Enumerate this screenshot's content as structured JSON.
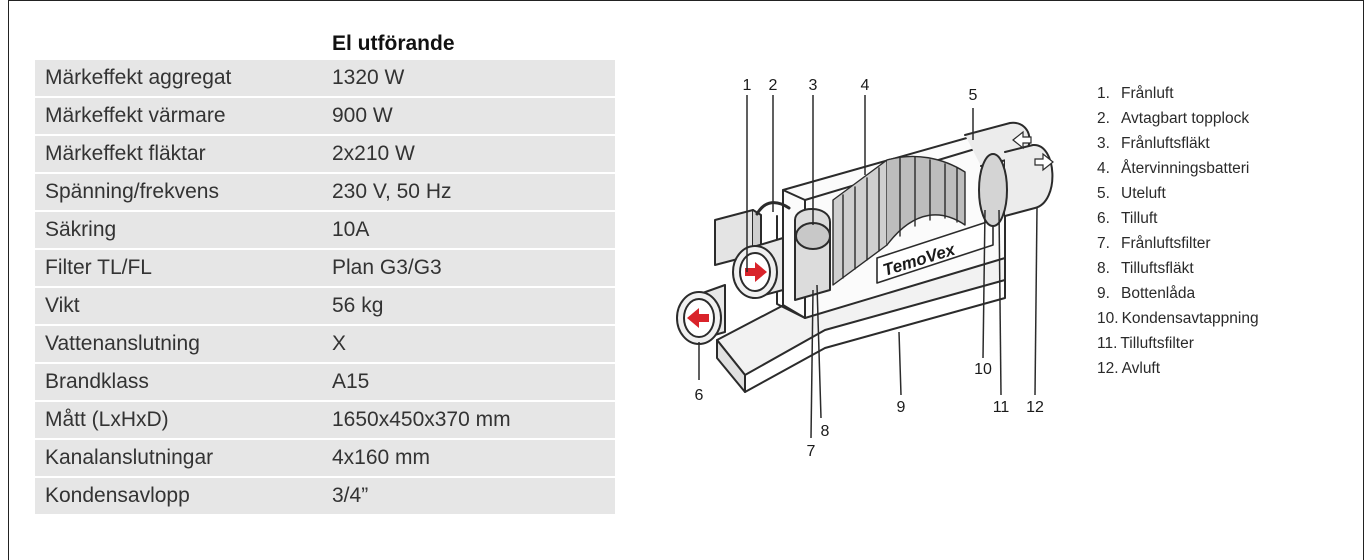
{
  "spec": {
    "header": "El utförande",
    "rows": [
      {
        "label": "Märkeffekt aggregat",
        "value": "1320 W"
      },
      {
        "label": "Märkeffekt värmare",
        "value": "900 W"
      },
      {
        "label": "Märkeffekt fläktar",
        "value": "2x210 W"
      },
      {
        "label": "Spänning/frekvens",
        "value": "230 V, 50 Hz"
      },
      {
        "label": "Säkring",
        "value": "10A"
      },
      {
        "label": "Filter TL/FL",
        "value": "Plan G3/G3"
      },
      {
        "label": "Vikt",
        "value": "56 kg"
      },
      {
        "label": "Vattenanslutning",
        "value": "X"
      },
      {
        "label": "Brandklass",
        "value": "A15"
      },
      {
        "label": "Mått (LxHxD)",
        "value": "1650x450x370 mm"
      },
      {
        "label": "Kanalanslutningar",
        "value": "4x160 mm"
      },
      {
        "label": "Kondensavlopp",
        "value": "3/4”"
      }
    ]
  },
  "diagram": {
    "brand": "TemoVex",
    "callouts": [
      "1",
      "2",
      "3",
      "4",
      "5",
      "6",
      "7",
      "8",
      "9",
      "10",
      "11",
      "12"
    ]
  },
  "legend": [
    {
      "num": "1.",
      "text": "Frånluft"
    },
    {
      "num": "2.",
      "text": "Avtagbart topplock"
    },
    {
      "num": "3.",
      "text": "Frånluftsfläkt"
    },
    {
      "num": "4.",
      "text": "Återvinningsbatteri"
    },
    {
      "num": "5.",
      "text": "Uteluft"
    },
    {
      "num": "6.",
      "text": "Tilluft"
    },
    {
      "num": "7.",
      "text": "Frånluftsfilter"
    },
    {
      "num": "8.",
      "text": "Tilluftsfläkt"
    },
    {
      "num": "9.",
      "text": "Bottenlåda"
    },
    {
      "num": "10.",
      "text": "Kondensavtappning"
    },
    {
      "num": "11.",
      "text": "Tilluftsfilter"
    },
    {
      "num": "12.",
      "text": "Avluft"
    }
  ],
  "colors": {
    "row_bg": "#e6e6e6",
    "arrow_red": "#d9232a"
  }
}
